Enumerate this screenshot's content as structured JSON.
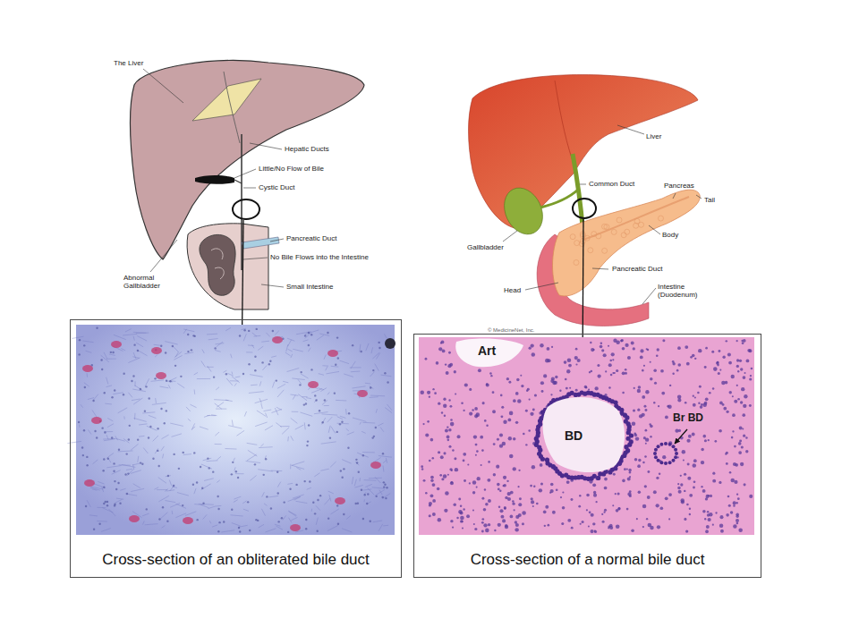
{
  "diagram": {
    "nodes": [
      {
        "text": [
          "Cross-section of an obliterated bile duct"
        ]
      },
      {
        "text": [
          "Cross-section of a normal bile duct"
        ]
      }
    ],
    "labels": [
      "The Liver",
      "Hepatic Ducts",
      "Little/No Flow of Bile",
      "Cystic Duct",
      "Pancreatic Duct",
      "No Bile Flows into the Intestine",
      "Small Intestine",
      "Abnormal Gallbladder",
      "Liver",
      "Common Duct",
      "Pancreas",
      "Tail",
      "Body",
      "Gallbladder",
      "Pancreatic Duct",
      "Head",
      "Intestine (Duodenum)",
      "© MedicineNet, Inc.",
      "Art",
      "BD",
      "Br BD"
    ]
  }
}
